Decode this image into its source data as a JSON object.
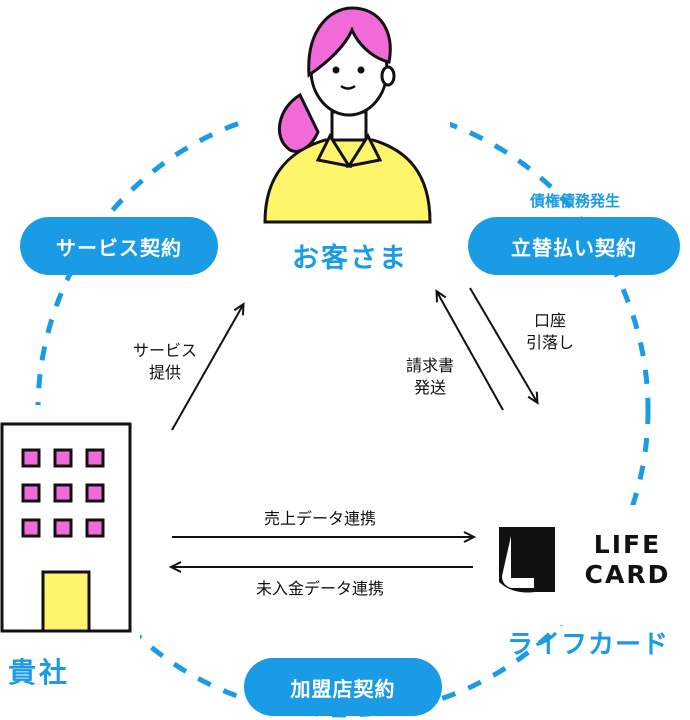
{
  "nodes": {
    "customer": "お客さま",
    "company": "貴社",
    "card_company": "ライフカード"
  },
  "contracts": {
    "service": "サービス契約",
    "deferred_payment": "立替払い契約",
    "merchant": "加盟店契約",
    "debt_note": "債権債務発生"
  },
  "flows": {
    "service_provision_1": "サービス",
    "service_provision_2": "提供",
    "invoice_1": "請求書",
    "invoice_2": "発送",
    "debit_1": "口座",
    "debit_2": "引落し",
    "sales_data": "売上データ連携",
    "unpaid_data": "未入金データ連携"
  },
  "logo": {
    "line1": "LIFE",
    "line2": "CARD"
  },
  "colors": {
    "accent": "#1a9be6",
    "hair": "#f06ad8",
    "shirt": "#fdf56a",
    "building_window": "#f06ad8",
    "building_door": "#fdf56a"
  }
}
